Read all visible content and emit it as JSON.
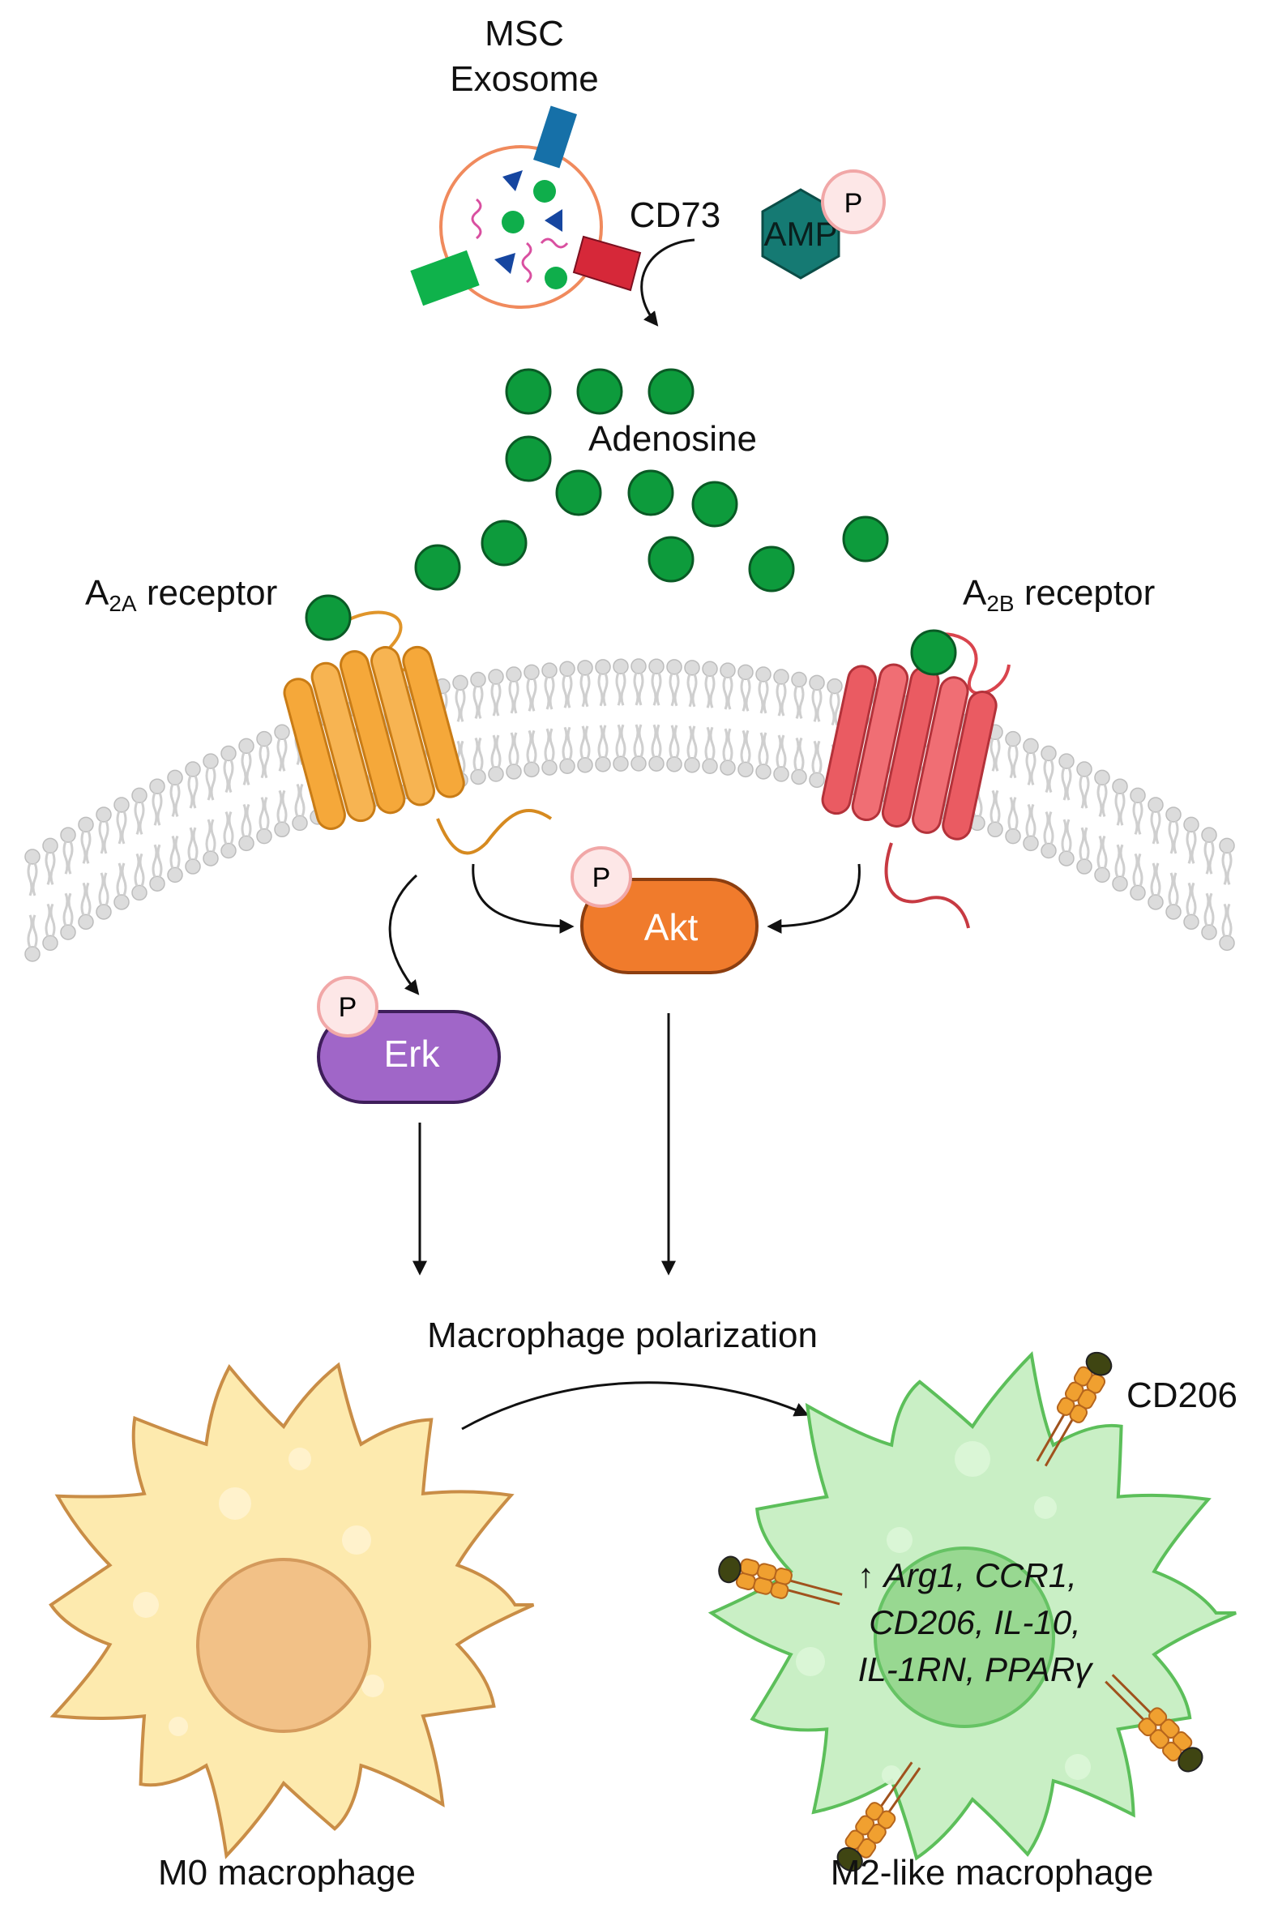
{
  "labels": {
    "msc_exosome_line1": "MSC",
    "msc_exosome_line2": "Exosome",
    "cd73": "CD73",
    "amp": "AMP",
    "adenosine": "Adenosine",
    "a2a_prefix": "A",
    "a2a_sub": "2A",
    "a2a_suffix": " receptor",
    "a2b_prefix": "A",
    "a2b_sub": "2B",
    "a2b_suffix": " receptor",
    "akt": "Akt",
    "erk": "Erk",
    "phospho": "P",
    "macrophage_polarization": "Macrophage polarization",
    "m0_macrophage": "M0 macrophage",
    "m2_macrophage": "M2-like macrophage",
    "cd206": "CD206",
    "gene_line1_arrow": "↑ ",
    "gene_line1": "Arg1, CCR1,",
    "gene_line2": "CD206, IL-10,",
    "gene_line3": "IL-1RN, PPARγ"
  },
  "colors": {
    "exosome_border": "#f08a5d",
    "adenosine_green": "#0d9b3c",
    "cd73_red": "#d62839",
    "amp_teal": "#157a73",
    "a2a_orange": "#f5a83a",
    "a2b_red": "#ea5b62",
    "akt_orange": "#f07b2c",
    "erk_purple": "#a066c8",
    "m0_fill": "#fdeaae",
    "m0_nucleus": "#f2c187",
    "m2_fill": "#c9efc5",
    "m2_border": "#5cbf5a",
    "membrane_gray": "#d9d9d9"
  }
}
